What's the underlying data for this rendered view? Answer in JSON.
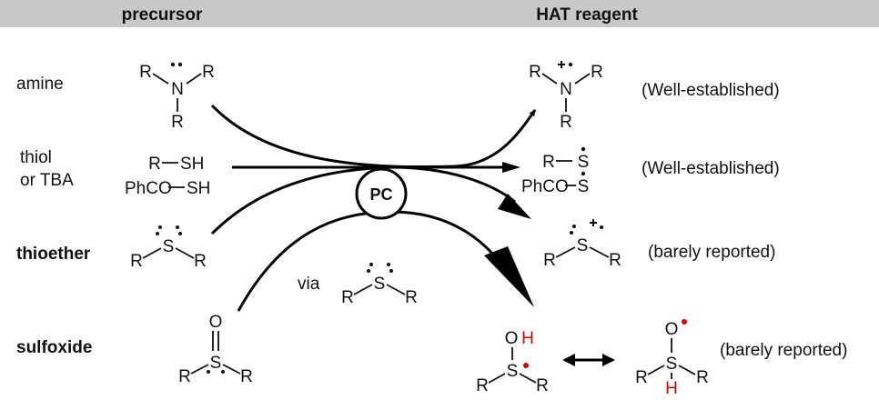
{
  "header": {
    "precursor": "precursor",
    "hat_reagent": "HAT reagent",
    "band_color": "#c8c8c8"
  },
  "rows": {
    "amine": {
      "label": "amine",
      "status": "(Well-established)"
    },
    "thiol": {
      "label_line1": "thiol",
      "label_line2": "or TBA",
      "status": "(Well-established)"
    },
    "thioether": {
      "label": "thioether",
      "status": "(barely reported)"
    },
    "sulfoxide": {
      "label": "sulfoxide",
      "status": "(barely reported)"
    }
  },
  "catalyst": {
    "label": "PC"
  },
  "via": {
    "label": "via"
  },
  "atoms": {
    "R": "R",
    "N": "N",
    "S": "S",
    "O": "O",
    "H": "H",
    "OH_O": "O",
    "OH_H": "H",
    "SH": "SH",
    "PhCO": "PhCO",
    "S_dot": "Ṡ"
  },
  "colors": {
    "text": "#111111",
    "radical_red": "#e00000",
    "arrow": "#000000"
  }
}
